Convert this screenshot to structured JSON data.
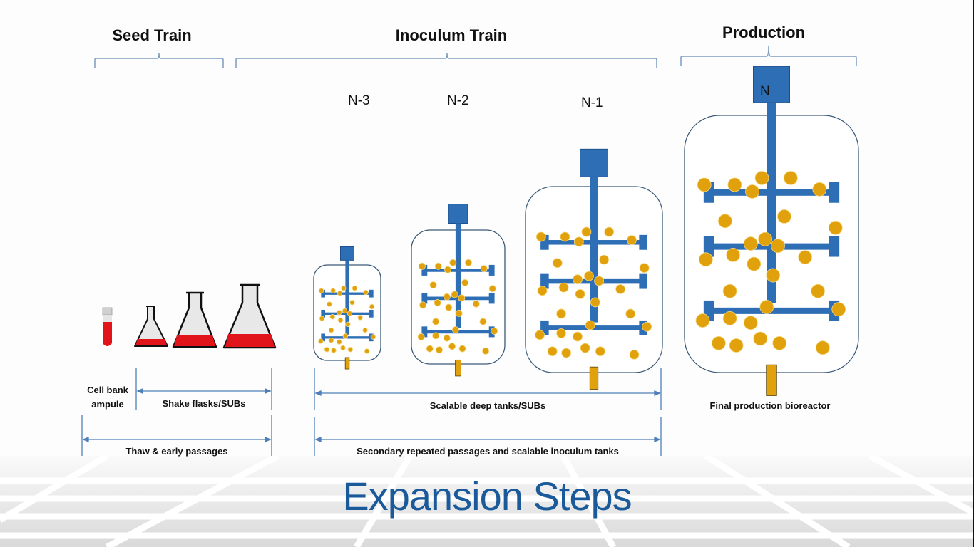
{
  "slide": {
    "title": "Expansion Steps",
    "sections": {
      "seed_train": "Seed Train",
      "inoculum_train": "Inoculum Train",
      "production": "Production"
    },
    "stages": {
      "n3": "N-3",
      "n2": "N-2",
      "n1": "N-1",
      "n": "N"
    },
    "labels": {
      "cell_bank": "Cell bank ampule",
      "cell_bank_line1": "Cell bank",
      "cell_bank_line2": "ampule",
      "shake_flasks": "Shake flasks/SUBs",
      "thaw": "Thaw & early passages",
      "scalable_tanks": "Scalable deep tanks/SUBs",
      "secondary": "Secondary repeated passages and scalable inoculum tanks",
      "final": "Final production bioreactor"
    },
    "colors": {
      "vessel_blue": "#2e6eb5",
      "cell_gold": "#e0a10c",
      "media_red": "#e0141a",
      "outline": "#3b5a78",
      "title_blue": "#1a5a9a",
      "bracket": "#7d9cc0",
      "arrow": "#4f7fb8"
    }
  }
}
